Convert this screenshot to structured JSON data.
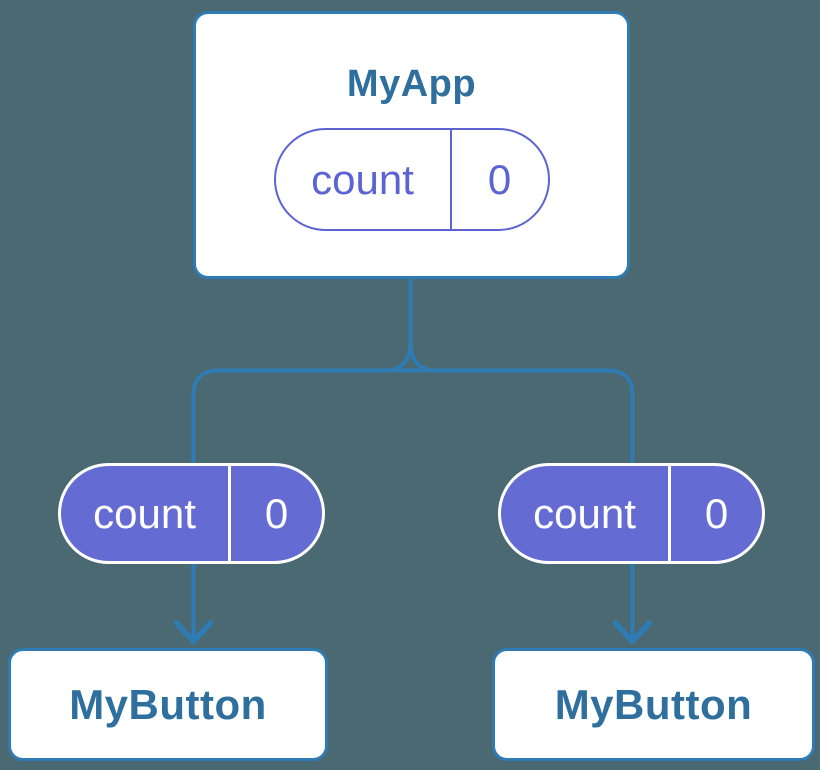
{
  "colors": {
    "background": "#4b6972",
    "line-blue": "#2e7cb3",
    "node-fill": "#ffffff",
    "node-text": "#2e6f9e",
    "state-indigo": "#5c63d2",
    "state-purple": "#646cd4",
    "state-text-light": "#ffffff"
  },
  "tree": {
    "root": {
      "label": "MyApp",
      "state": {
        "key": "count",
        "value": "0"
      }
    },
    "children": [
      {
        "label": "MyButton",
        "state": {
          "key": "count",
          "value": "0"
        }
      },
      {
        "label": "MyButton",
        "state": {
          "key": "count",
          "value": "0"
        }
      }
    ]
  }
}
